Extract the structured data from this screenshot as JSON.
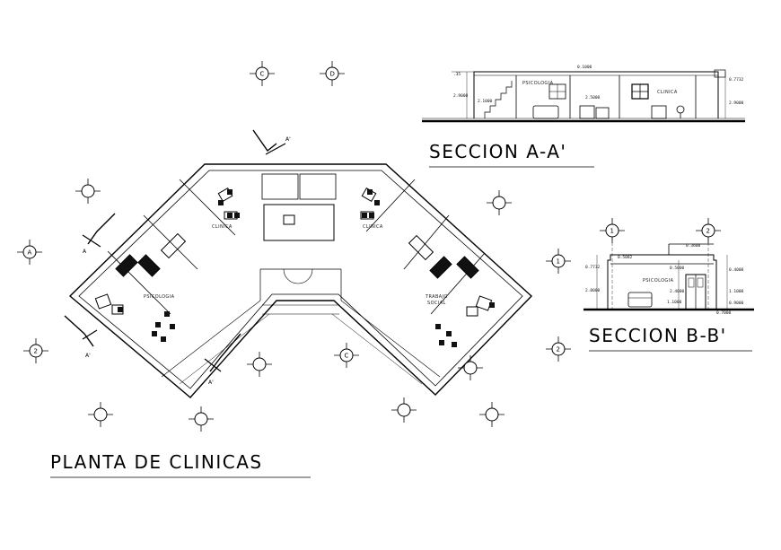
{
  "colors": {
    "line": "#000000",
    "background": "#ffffff",
    "furniture": "#111111"
  },
  "titles": {
    "plan": "PLANTA DE CLINICAS",
    "section_a": "SECCION A-A'",
    "section_b": "SECCION B-B'"
  },
  "plan": {
    "rooms": {
      "psicologia": "PSICOLOGIA",
      "clinica_left": "CLINICA",
      "clinica_right": "CLINICA",
      "trabajo_social_1": "TRABAJO",
      "trabajo_social_2": "SOCIAL"
    },
    "cut_markers": {
      "a_top": "A'",
      "a_left": "A",
      "a_bottom_left": "A'",
      "a_bottom": "A'"
    },
    "axis_labels": {
      "top_left": "C",
      "top_right": "D",
      "left_mid": "A",
      "left_low": "2",
      "right_mid": "1",
      "right_low": "2",
      "bottom_center": "C"
    }
  },
  "section_a": {
    "rooms": {
      "psicologia": "PSICOLOGIA",
      "clinica": "CLINICA"
    },
    "dimensions": {
      "top_left": ".35",
      "height_left": "2.9000",
      "height_inner": "2.1000",
      "top_mid": "0.1000",
      "height_mid": "2.5000",
      "top_right": "0.7732",
      "height_right": "2.9000"
    }
  },
  "section_b": {
    "axes": [
      "1",
      "2"
    ],
    "room": "PSICOLOGIA",
    "dimensions": {
      "top": "0.3600",
      "left_top": "0.5082",
      "left_side": "0.7732",
      "left_height": "2.0000",
      "mid_a": "0.5000",
      "mid_b": "1.1000",
      "mid_c": "2.4000",
      "right_top": "0.4000",
      "right_a": "1.1000",
      "right_b": "0.9000",
      "right_c": "0.7000"
    }
  }
}
